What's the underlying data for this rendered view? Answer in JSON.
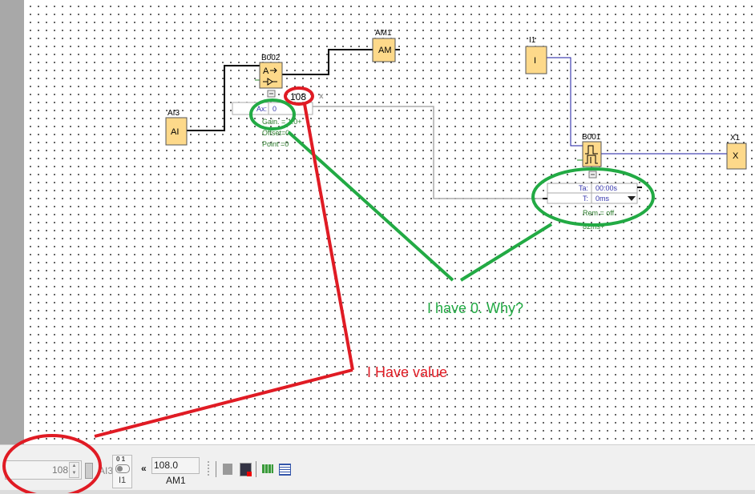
{
  "diagram": {
    "b002": {
      "label": "B002",
      "icon": "analog-amplifier-icon",
      "param_minus": "−",
      "ax_label": "Ax:",
      "ax_value": "0",
      "gain": "Gain. = 1.0+",
      "offset": "Offset=0",
      "point": "Point =0",
      "live_value": "108",
      "close": "x"
    },
    "am1": {
      "label": "AM1",
      "text": "AM"
    },
    "ai3": {
      "label": "AI3",
      "text": "AI"
    },
    "i1": {
      "label": "I1",
      "text": "I"
    },
    "b001": {
      "label": "B001",
      "icon": "pulse-timer-icon",
      "param_minus": "−",
      "ta_label": "Ta:",
      "ta_value": "00:00s",
      "t_label": "T:",
      "t_value": "0ms",
      "rem": "Rem = off",
      "time": "82ms+"
    },
    "x1": {
      "label": "X1",
      "text": "X"
    }
  },
  "annotations": {
    "green_text": "I have 0. Why?",
    "red_text": "I Have value",
    "green": "#22aa44",
    "red": "#e01b24"
  },
  "toolbar": {
    "ai3_value": "108",
    "ai3_label": "AI3",
    "i1_switch_states": "0 1",
    "i1_label": "I1",
    "collapse": "«",
    "am1_value": "108.0",
    "am1_label": "AM1"
  }
}
